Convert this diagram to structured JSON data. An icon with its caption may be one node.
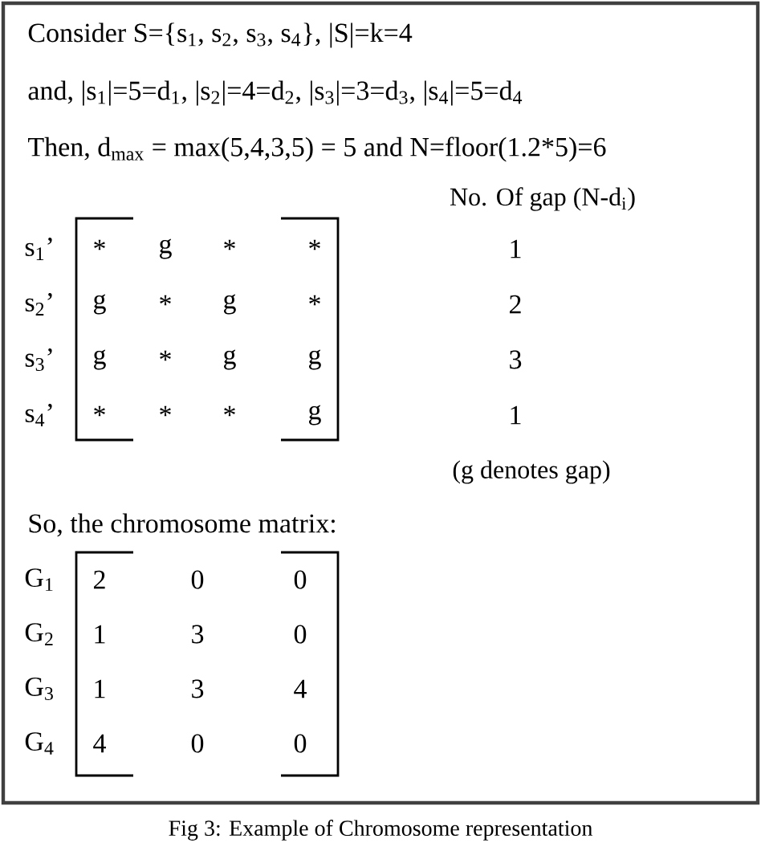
{
  "diagram": {
    "caption": "Fig 3: Example of Chromosome representation",
    "labels": [
      "Consider  S={s$_{1}$, s$_{2}$, s$_{3}$, s$_{4}$},  |S|=k=4",
      "and,  |s$_{1}$|=5=d$_{1}$, |s$_{2}$|=4=d$_{2}$, |s$_{3}$|=3=d$_{3}$, |s$_{4}$|=5=d$_{4}$",
      "Then, d$_{max}$ = max(5,4,3,5) = 5 and N=floor(1.2*5)=6",
      "No. Of gap (N-d$_{i}$)",
      "s$_{1}$’",
      "*",
      "g",
      "*",
      "*",
      "1",
      "s$_{2}$’",
      "g",
      "*",
      "g",
      "*",
      "2",
      "s$_{3}$’",
      "g",
      "*",
      "g",
      "g",
      "3",
      "s$_{4}$’",
      "*",
      "*",
      "*",
      "g",
      "1",
      "(g denotes gap)",
      "So, the chromosome matrix:",
      "G$_{1}$",
      "2",
      "0",
      "0",
      "G$_{2}$",
      "1",
      "3",
      "0",
      "G$_{3}$",
      "1",
      "3",
      "4",
      "G$_{4}$",
      "4",
      "0",
      "0"
    ]
  }
}
